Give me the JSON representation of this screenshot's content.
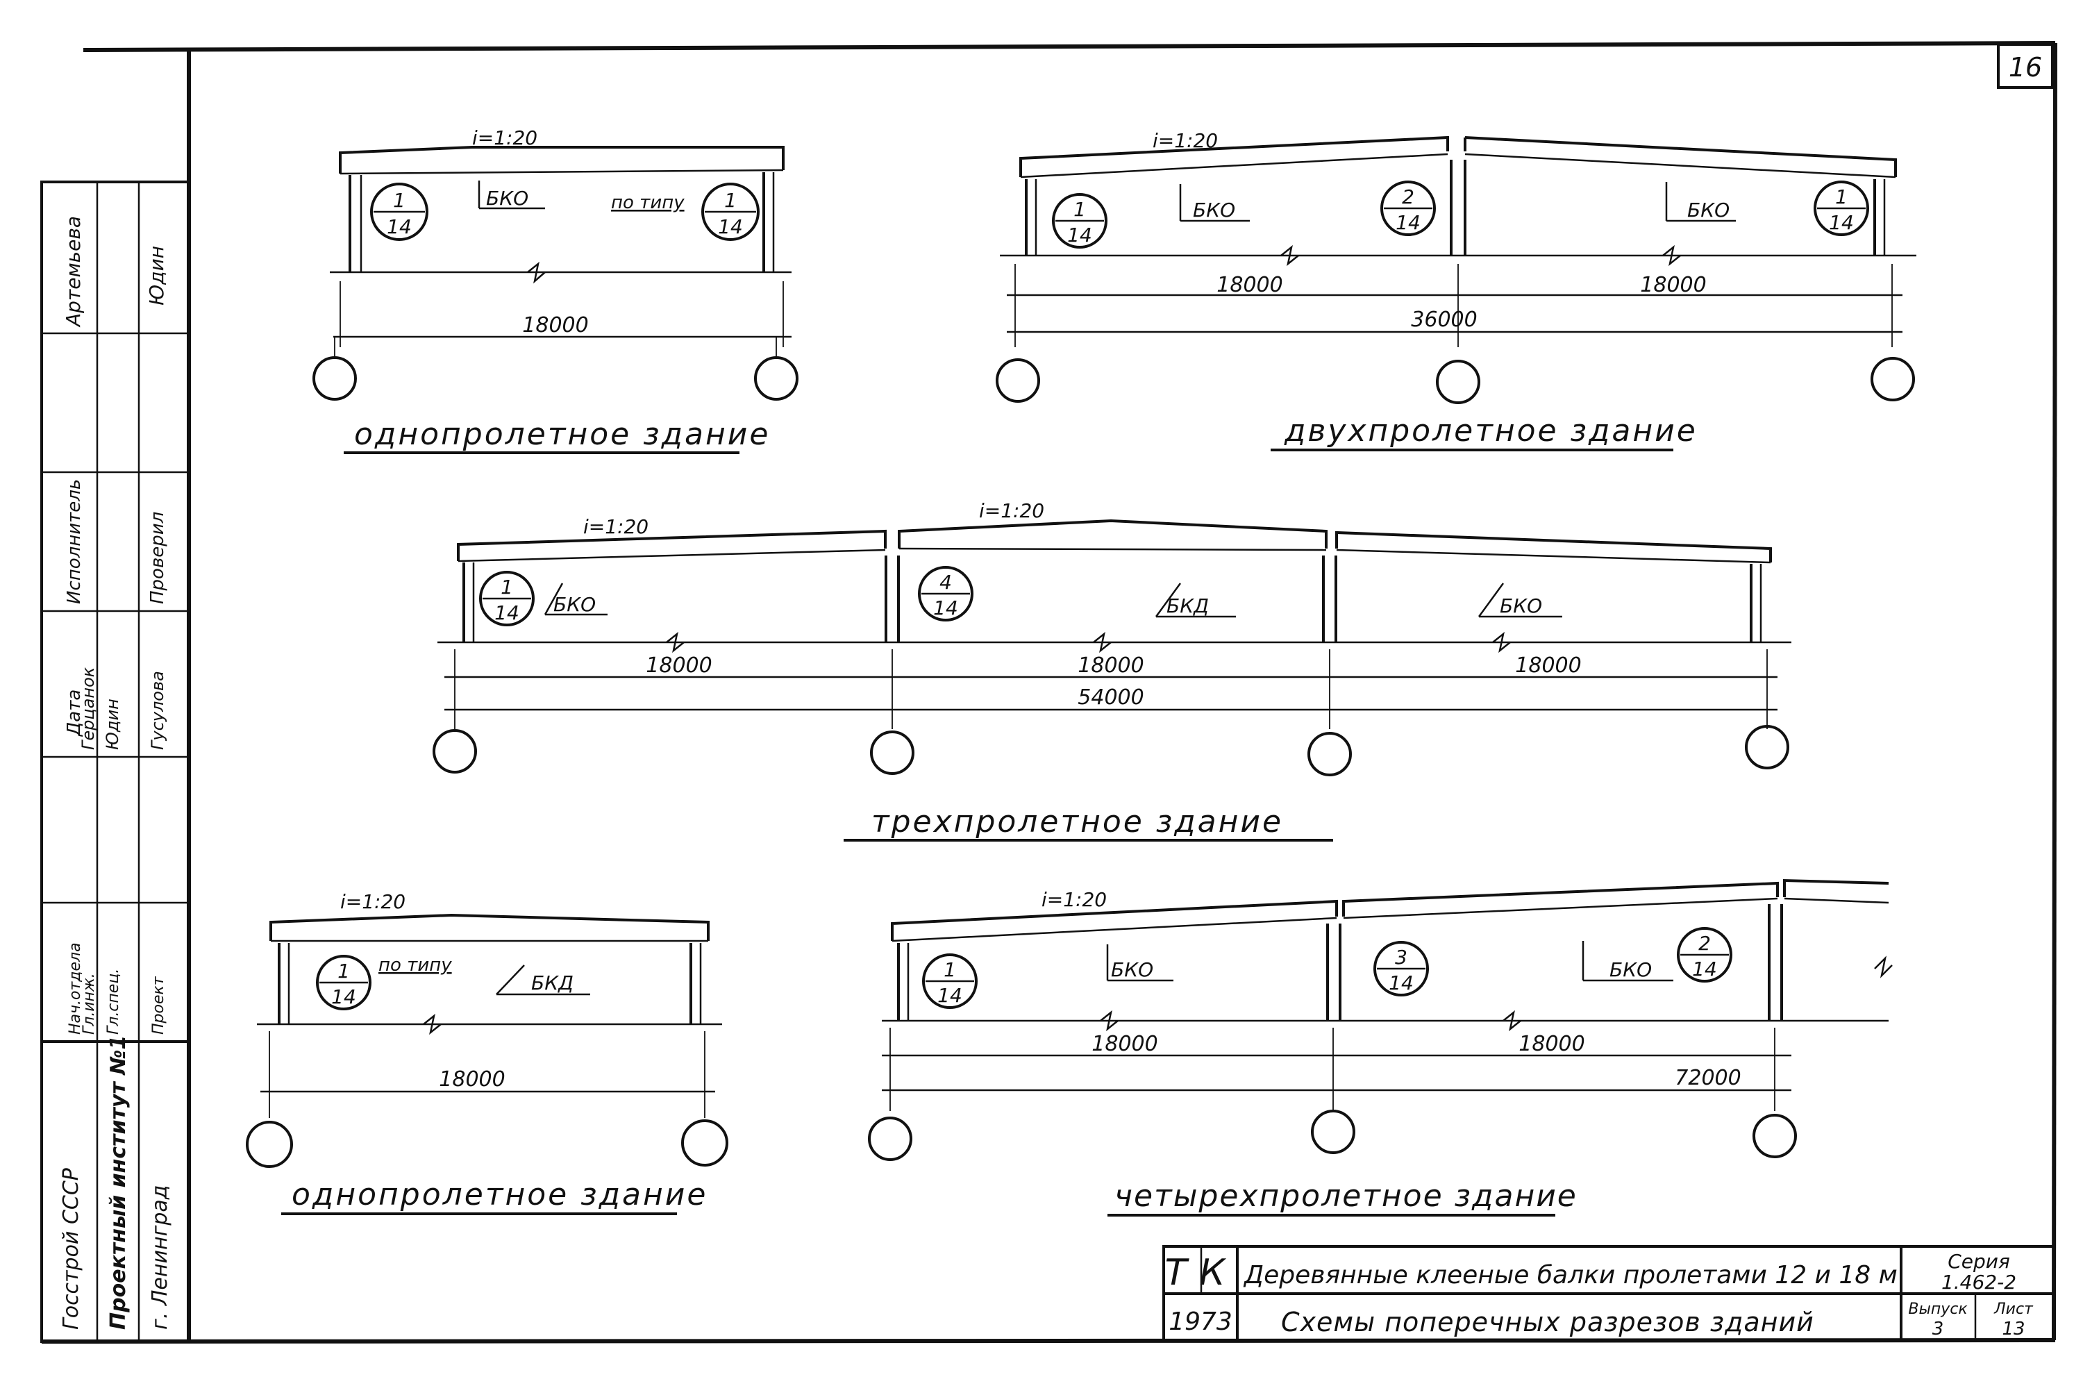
{
  "sheet": {
    "page_number": "16",
    "slope_label": "i=1:20",
    "beam_labels": {
      "bko": "БКО",
      "bkd": "БКД"
    },
    "po_tipu": "по типу"
  },
  "side_stamp": {
    "labels": [
      "Артемьева",
      "Юдин",
      "Исполнитель",
      "Проверил",
      "Дата",
      "Герцанок",
      "Юдин",
      "Гусулова",
      "Нач.отдела",
      "Гл.инж.",
      "Гл.спец.",
      "Проект"
    ],
    "organization_lines": [
      "Госстрой СССР",
      "Проектный институт №1",
      "г. Ленинград"
    ]
  },
  "schemes": [
    {
      "id": "one-span-top",
      "title": "однопролетное здание",
      "span_dims": [
        "18000"
      ],
      "total_dim": "18000",
      "circles": [
        {
          "num": "1",
          "den": "14"
        },
        {
          "num": "1",
          "den": "14"
        }
      ]
    },
    {
      "id": "two-span",
      "title": "двухпролетное здание",
      "span_dims": [
        "18000",
        "18000"
      ],
      "total_dim": "36000",
      "circles": [
        {
          "num": "1",
          "den": "14"
        },
        {
          "num": "2",
          "den": "14"
        },
        {
          "num": "1",
          "den": "14"
        }
      ]
    },
    {
      "id": "three-span",
      "title": "трехпролетное здание",
      "span_dims": [
        "18000",
        "18000",
        "18000"
      ],
      "total_dim": "54000",
      "circles": [
        {
          "num": "1",
          "den": "14"
        },
        {
          "num": "4",
          "den": "14"
        }
      ]
    },
    {
      "id": "one-span-bottom",
      "title": "однопролетное здание",
      "span_dims": [],
      "total_dim": "18000",
      "circles": [
        {
          "num": "1",
          "den": "14"
        }
      ]
    },
    {
      "id": "four-span",
      "title": "четырехпролетное здание",
      "span_dims": [
        "18000",
        "18000"
      ],
      "total_dim": "72000",
      "circles": [
        {
          "num": "1",
          "den": "14"
        },
        {
          "num": "3",
          "den": "14"
        },
        {
          "num": "2",
          "den": "14"
        }
      ]
    }
  ],
  "title_block": {
    "code": "ТК",
    "year": "1973",
    "title_line1": "Деревянные клееные балки пролетами 12 и 18 м",
    "title_line2": "Схемы поперечных разрезов зданий",
    "series_label": "Серия",
    "series_value": "1.462-2",
    "issue_label": "Выпуск",
    "issue_value": "3",
    "sheet_label": "Лист",
    "sheet_value": "13"
  }
}
